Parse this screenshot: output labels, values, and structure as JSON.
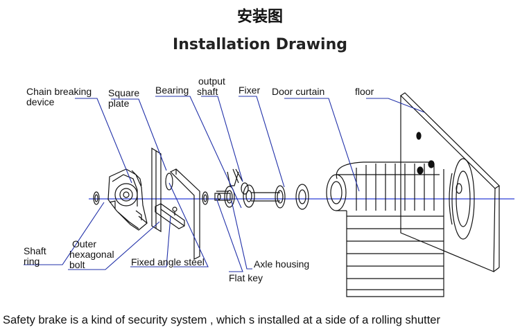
{
  "title_cn": "安装图",
  "title_en": "Installation Drawing",
  "labels": {
    "chain_breaking_1": "Chain breaking",
    "chain_breaking_2": "device",
    "square_plate_1": "Square",
    "square_plate_2": "plate",
    "bearing": "Bearing",
    "output_shaft_1": "output",
    "output_shaft_2": "shaft",
    "fixer": "Fixer",
    "door_curtain": "Door curtain",
    "floor": "floor",
    "shaft_ring_1": "Shaft",
    "shaft_ring_2": "ring",
    "outer_bolt_1": "Outer",
    "outer_bolt_2": "hexagonal",
    "outer_bolt_3": "bolt",
    "fixed_angle_steel": "Fixed angle steel",
    "axle_housing": "Axle housing",
    "flat_key": "Flat key"
  },
  "caption": "Safety brake is a kind of security system , which s installed at a side of a rolling shutter",
  "colors": {
    "leader": "#1f2fa8",
    "axis": "#2a3fd6",
    "ink": "#111111"
  }
}
